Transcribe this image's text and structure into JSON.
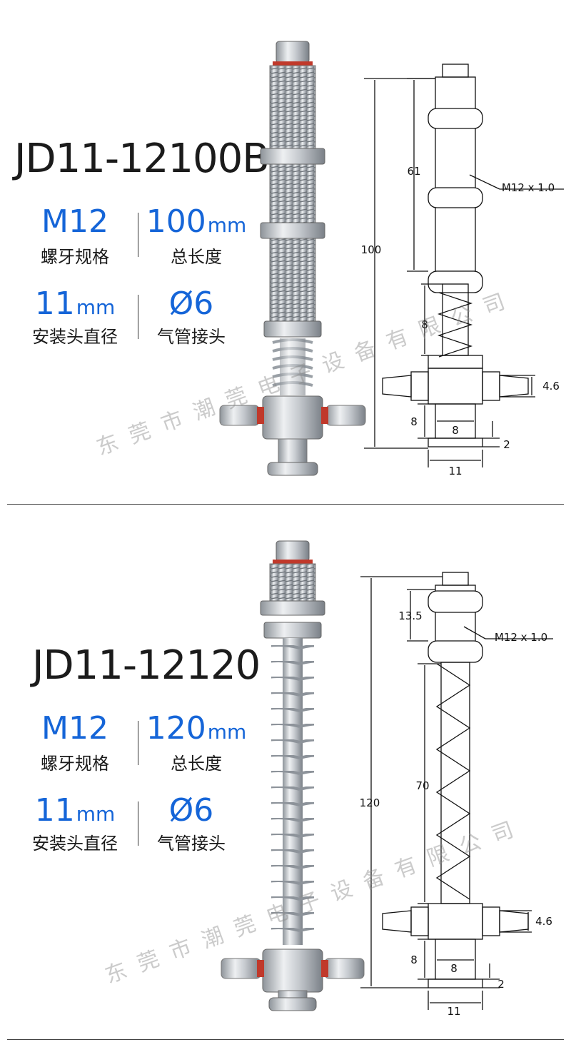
{
  "watermark": "东莞市潮莞电子设备有限公司",
  "products": [
    {
      "model": "JD11-12100B",
      "thread_value": "M12",
      "thread_label": "螺牙规格",
      "length_value": "100",
      "length_unit": "mm",
      "length_label": "总长度",
      "head_value": "11",
      "head_unit": "mm",
      "head_label": "安装头直径",
      "fitting_value": "Ø6",
      "fitting_label": "气管接头",
      "dims": {
        "total": "100",
        "thread_len": "61",
        "thread_spec": "M12 x 1.0",
        "spring": "8",
        "port": "4.6",
        "neck_h": "8",
        "neck_w": "8",
        "cup_h": "2",
        "cup_w": "11"
      }
    },
    {
      "model": "JD11-12120",
      "thread_value": "M12",
      "thread_label": "螺牙规格",
      "length_value": "120",
      "length_unit": "mm",
      "length_label": "总长度",
      "head_value": "11",
      "head_unit": "mm",
      "head_label": "安装头直径",
      "fitting_value": "Ø6",
      "fitting_label": "气管接头",
      "dims": {
        "total": "120",
        "thread_len": "13.5",
        "thread_spec": "M12 x 1.0",
        "spring": "70",
        "port": "4.6",
        "neck_h": "8",
        "neck_w": "8",
        "cup_h": "2",
        "cup_w": "11"
      }
    }
  ],
  "colors": {
    "accent": "#1565d8",
    "metal": "#b9bec4",
    "line": "#111111"
  }
}
